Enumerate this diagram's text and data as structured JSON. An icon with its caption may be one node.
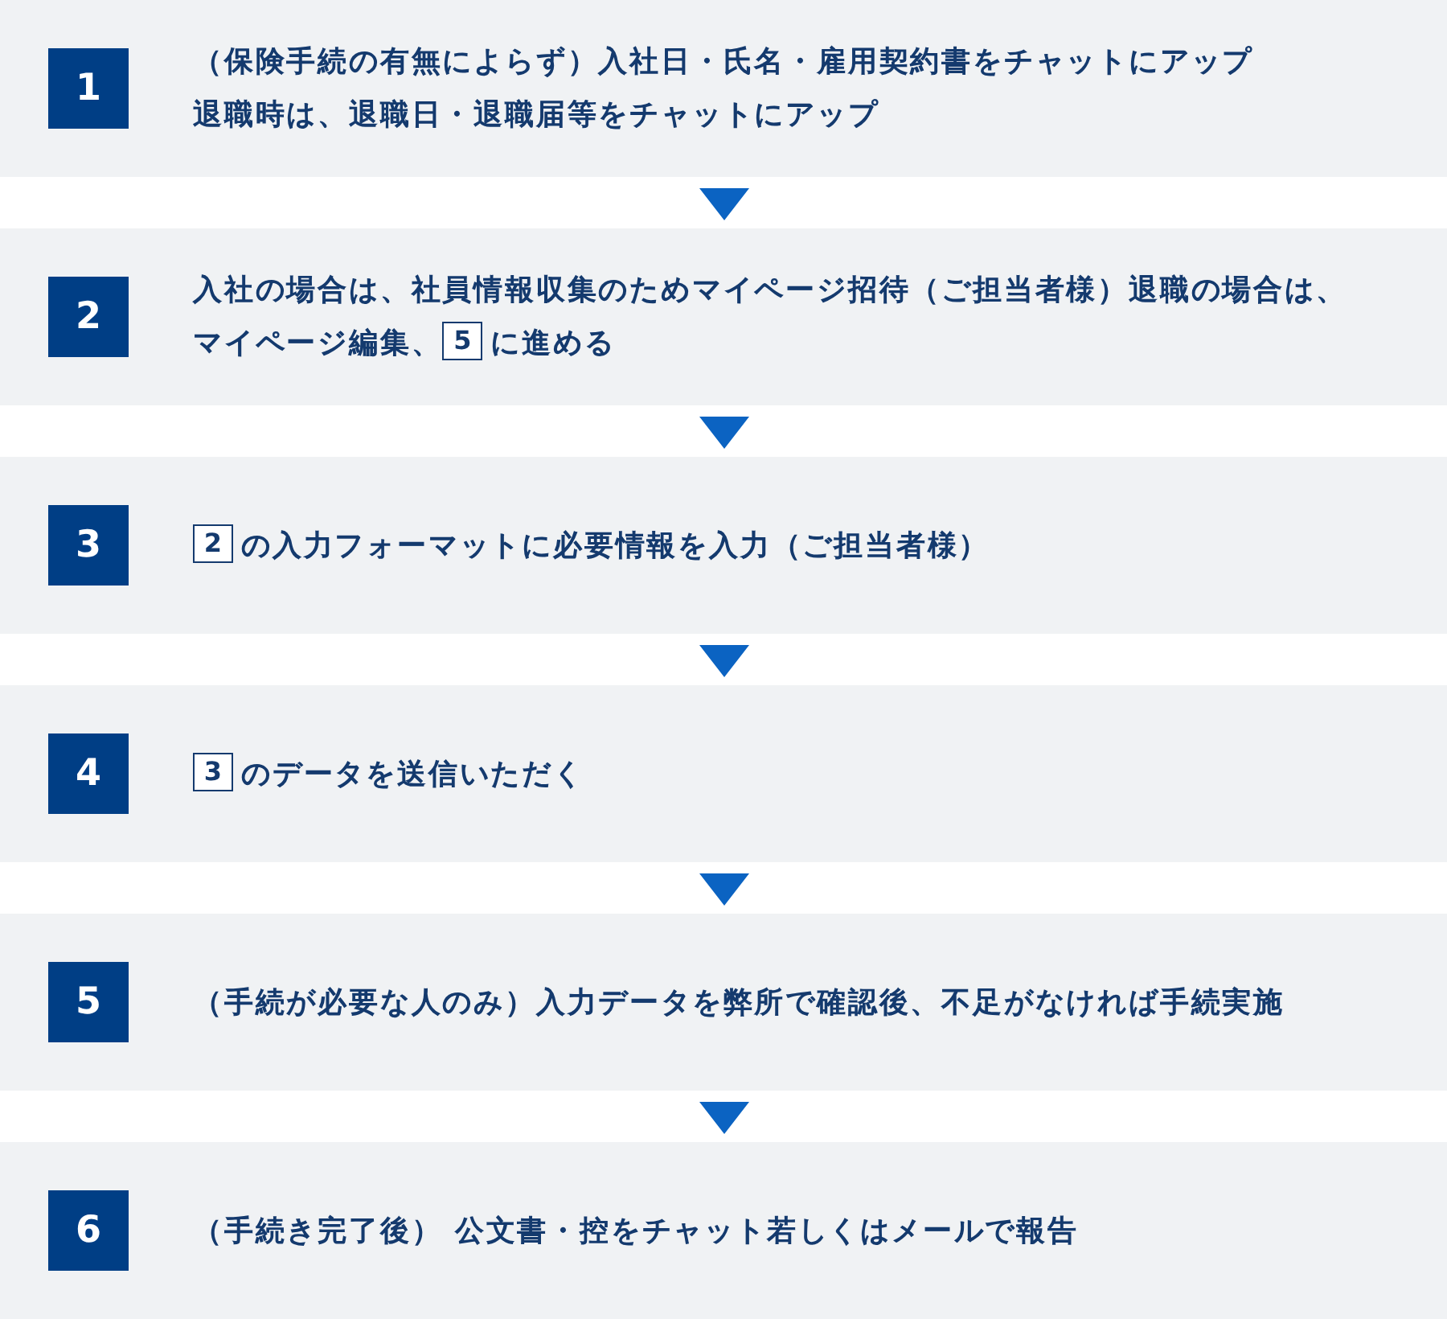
{
  "diagram": {
    "nodes": [
      {
        "text": [
          "（保険手続の有無によらず）入社日・氏名・雇用契約書をチャットにアップ",
          "退職時は、退職日・退職届等をチャットにアップ"
        ]
      },
      {
        "text": [
          "1"
        ],
        "in": 0
      },
      {
        "text": [
          "入社の場合は、社員情報収集のためマイページ招待（ご担当者様）退職の場合は、マイページ編集、",
          "5",
          "に進める"
        ]
      },
      {
        "text": [
          "2"
        ],
        "in": 2
      },
      {
        "text": [
          "2",
          "の入力フォーマットに必要情報を入力（ご担当者様）"
        ]
      },
      {
        "text": [
          "3"
        ],
        "in": 4
      },
      {
        "text": [
          "3",
          "のデータを送信いただく"
        ]
      },
      {
        "text": [
          "4"
        ],
        "in": 6
      },
      {
        "text": [
          "（手続が必要な人のみ）入力データを弊所で確認後、不足がなければ手続実施"
        ]
      },
      {
        "text": [
          "5"
        ],
        "in": 8
      },
      {
        "text": [
          "（手続き完了後） 公文書・控をチャット若しくはメールで報告"
        ]
      },
      {
        "text": [
          "6"
        ],
        "in": 10
      }
    ],
    "edges": [
      {
        "from": 0,
        "to": 2,
        "arrow": "to"
      },
      {
        "from": 2,
        "to": 4,
        "arrow": "to"
      },
      {
        "from": 4,
        "to": 6,
        "arrow": "to"
      },
      {
        "from": 6,
        "to": 8,
        "arrow": "to"
      },
      {
        "from": 8,
        "to": 10,
        "arrow": "to"
      }
    ]
  }
}
